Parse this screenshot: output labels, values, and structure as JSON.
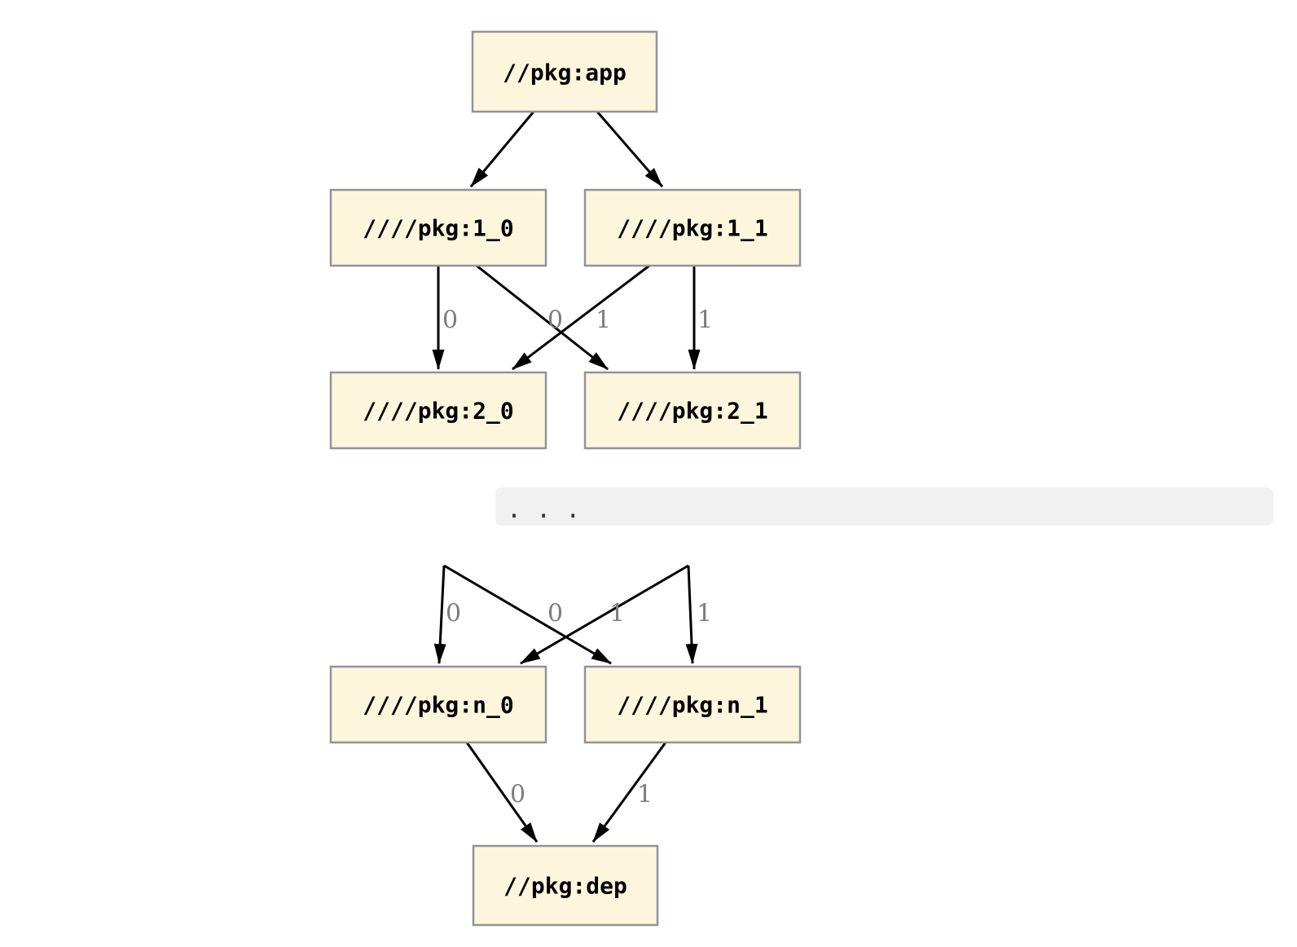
{
  "figure": {
    "kind": "dependency-graph-diagram",
    "background": "#ffffff",
    "node_fill": "#fdf6dd",
    "node_border": "#8f9596",
    "edge_color": "#000000",
    "edge_label_color": "#7d7d7d",
    "ellipsis_bar_bg": "#f1f1f2"
  },
  "graph_top": {
    "nodes": [
      {
        "id": "app",
        "label": "//pkg:app"
      },
      {
        "id": "p1_0",
        "label": "////pkg:1_0"
      },
      {
        "id": "p1_1",
        "label": "////pkg:1_1"
      },
      {
        "id": "p2_0",
        "label": "////pkg:2_0"
      },
      {
        "id": "p2_1",
        "label": "////pkg:2_1"
      }
    ],
    "edges": [
      {
        "from": "//pkg:app",
        "to": "////pkg:1_0",
        "label": ""
      },
      {
        "from": "//pkg:app",
        "to": "////pkg:1_1",
        "label": ""
      },
      {
        "from": "////pkg:1_0",
        "to": "////pkg:2_0",
        "label": "0"
      },
      {
        "from": "////pkg:1_0",
        "to": "////pkg:2_1",
        "label": "0"
      },
      {
        "from": "////pkg:1_1",
        "to": "////pkg:2_0",
        "label": "1"
      },
      {
        "from": "////pkg:1_1",
        "to": "////pkg:2_1",
        "label": "1"
      }
    ]
  },
  "ellipsis": {
    "text": ". . ."
  },
  "graph_bottom": {
    "nodes": [
      {
        "id": "pn_0",
        "label": "////pkg:n_0"
      },
      {
        "id": "pn_1",
        "label": "////pkg:n_1"
      },
      {
        "id": "dep",
        "label": "//pkg:dep"
      }
    ],
    "edges": [
      {
        "from": "…",
        "to": "////pkg:n_0",
        "label": "0"
      },
      {
        "from": "…",
        "to": "////pkg:n_1",
        "label": "0"
      },
      {
        "from": "…",
        "to": "////pkg:n_0",
        "label": "1"
      },
      {
        "from": "…",
        "to": "////pkg:n_1",
        "label": "1"
      },
      {
        "from": "////pkg:n_0",
        "to": "//pkg:dep",
        "label": "0"
      },
      {
        "from": "////pkg:n_1",
        "to": "//pkg:dep",
        "label": "1"
      }
    ]
  }
}
